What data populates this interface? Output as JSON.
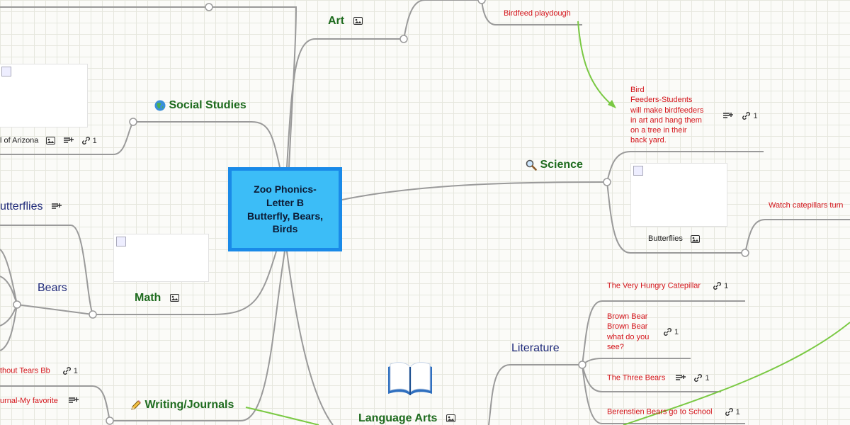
{
  "central": {
    "lines": [
      "Zoo Phonics-",
      "Letter B",
      "Butterfly, Bears,",
      "Birds"
    ]
  },
  "branches": {
    "art": {
      "label": "Art",
      "icon": "image-icon"
    },
    "social_studies": {
      "label": "Social Studies",
      "icon": "globe-icon"
    },
    "science": {
      "label": "Science",
      "icon": "magnifier-icon"
    },
    "math": {
      "label": "Math",
      "icon": "image-icon"
    },
    "writing": {
      "label": "Writing/Journals",
      "icon": "pencil-icon"
    },
    "language_arts": {
      "label": "Language Arts",
      "icon": "book-icon"
    }
  },
  "art_children": {
    "birdfeed": "Birdfeed playdough"
  },
  "science_children": {
    "bird_feeders": [
      "Bird",
      "Feeders-Students",
      "will make birdfeeders",
      "in art and hang them",
      "on a tree in their",
      "back yard."
    ],
    "bird_feeders_links": "1",
    "butterflies": "Butterflies",
    "watch": "Watch catepillars turn"
  },
  "social_children": {
    "arizona": "l of Arizona",
    "arizona_links": "1"
  },
  "math_children": {
    "butterflies": "utterflies",
    "bears": "Bears"
  },
  "writing_children": {
    "tears": "thout Tears Bb",
    "tears_links": "1",
    "journal": "urnal-My favorite"
  },
  "literature": {
    "label": "Literature",
    "items": [
      {
        "text": "The Very Hungry Catepillar",
        "links": "1"
      },
      {
        "text": "Brown Bear Brown Bear what do you see?",
        "lines": [
          "Brown Bear",
          "Brown Bear",
          "what do you",
          "see?"
        ],
        "links": "1"
      },
      {
        "text": "The Three Bears",
        "links": "1"
      },
      {
        "text": "Berenstien Bears go to School",
        "links": "1"
      }
    ]
  },
  "colors": {
    "central_fill": "#3cbdf7",
    "central_border": "#1a8ae8",
    "branch_green": "#1e6b1e",
    "topic_navy": "#1f2a7a",
    "leaf_red": "#d4151b",
    "relation_green": "#7ac943"
  }
}
